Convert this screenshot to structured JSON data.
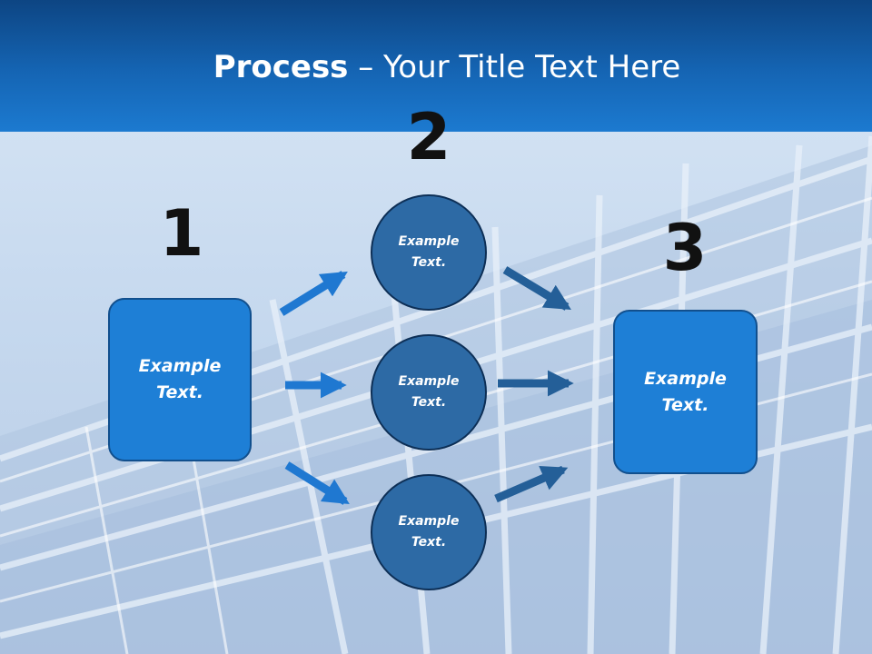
{
  "slide": {
    "title_bold": "Process",
    "title_rest": " – Your Title Text Here",
    "colors": {
      "header": "#1565b4",
      "box_fill": "#1e7fd6",
      "circle_fill": "#2d6aa5",
      "arrow_light": "#1f78d1",
      "arrow_dark": "#245f98"
    }
  },
  "steps": [
    {
      "number": "1",
      "text": "Example Text."
    },
    {
      "number": "2",
      "items": [
        "Example Text.",
        "Example Text.",
        "Example Text."
      ]
    },
    {
      "number": "3",
      "text": "Example Text."
    }
  ]
}
